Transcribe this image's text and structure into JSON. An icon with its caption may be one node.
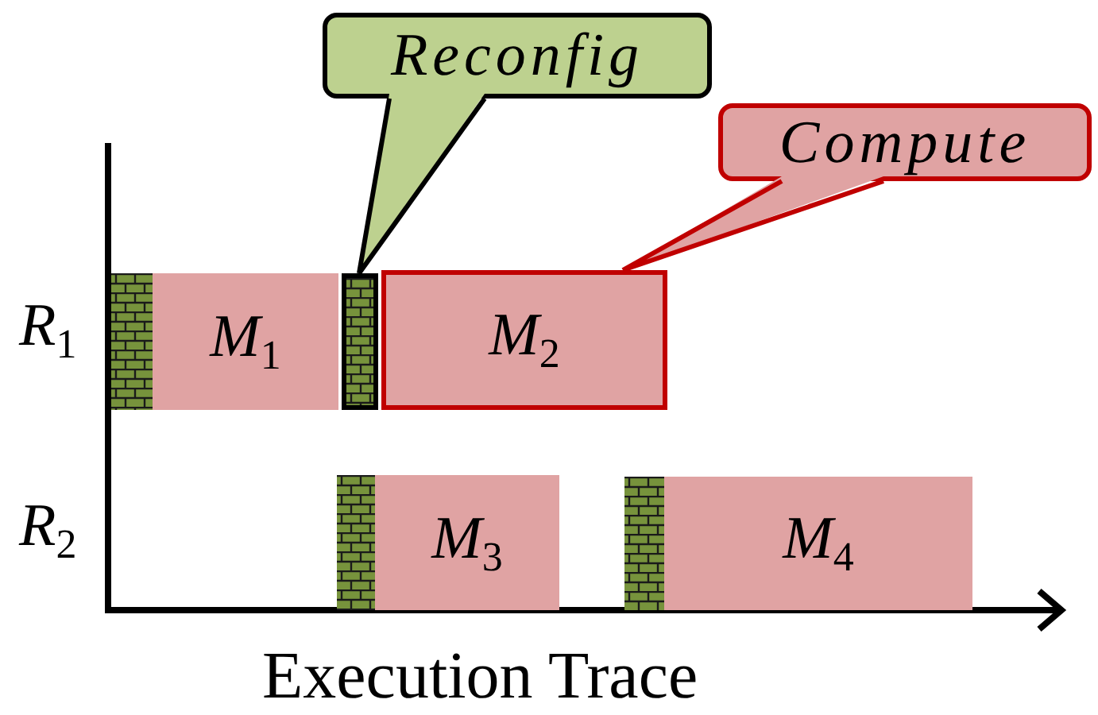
{
  "diagram": {
    "nodes": [
      {
        "text": [
          "Reconfig"
        ]
      },
      {
        "text": [
          "Compute"
        ]
      },
      {
        "text": [
          "M$_{1}$"
        ]
      },
      {
        "text": [
          "M$_{2}$"
        ]
      },
      {
        "text": [
          "M$_{3}$"
        ]
      },
      {
        "text": [
          "M$_{4}$"
        ]
      },
      {
        "text": [],
        "shape": "bar"
      },
      {
        "text": [],
        "shape": "bar"
      },
      {
        "text": [],
        "shape": "bar"
      },
      {
        "text": [],
        "shape": "bar"
      }
    ],
    "edges": [
      {
        "from": 0,
        "to": 7,
        "arrow": "none",
        "color": "#000000"
      },
      {
        "from": 1,
        "to": 3,
        "arrow": "none",
        "color": "#c00000"
      }
    ],
    "labels": [
      "R$_{1}$",
      "R$_{2}$",
      "Execution Trace"
    ]
  }
}
